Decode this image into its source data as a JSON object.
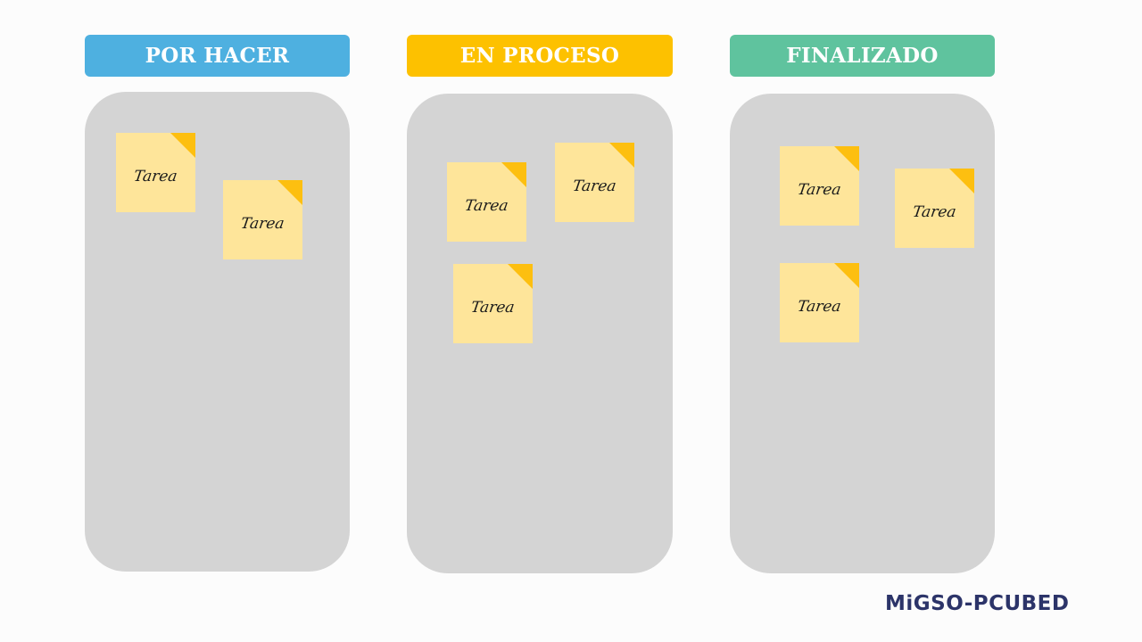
{
  "colors": {
    "background": "#fcfcfc",
    "panel": "#d4d4d4",
    "note": "#fee59a",
    "note_fold": "#fdbf10",
    "logo": "#2c3469"
  },
  "columns": [
    {
      "title": "POR HACER",
      "color": "#4eb0e0",
      "notes": [
        {
          "label": "Tarea"
        },
        {
          "label": "Tarea"
        }
      ]
    },
    {
      "title": "EN PROCESO",
      "color": "#fdc100",
      "notes": [
        {
          "label": "Tarea"
        },
        {
          "label": "Tarea"
        },
        {
          "label": "Tarea"
        }
      ]
    },
    {
      "title": "FINALIZADO",
      "color": "#5fc39e",
      "notes": [
        {
          "label": "Tarea"
        },
        {
          "label": "Tarea"
        },
        {
          "label": "Tarea"
        }
      ]
    }
  ],
  "logo": {
    "text": "MiGSO-PCUBED"
  }
}
